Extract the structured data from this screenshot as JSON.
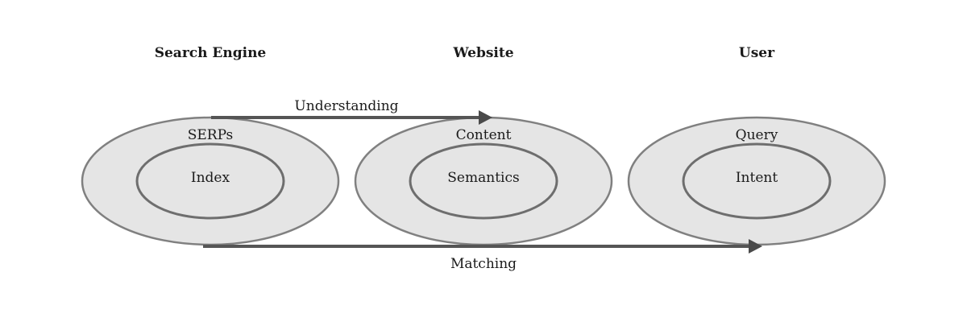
{
  "diagram": {
    "columns": [
      {
        "heading": "Search Engine",
        "outer_label": "SERPs",
        "inner_label": "Index"
      },
      {
        "heading": "Website",
        "outer_label": "Content",
        "inner_label": "Semantics"
      },
      {
        "heading": "User",
        "outer_label": "Query",
        "inner_label": "Intent"
      }
    ],
    "arrows": [
      {
        "label": "Understanding",
        "from": "Search Engine",
        "to": "Website"
      },
      {
        "label": "Matching",
        "from": "Search Engine",
        "to": "User"
      }
    ],
    "colors": {
      "ellipse_fill": "#e5e5e5",
      "ellipse_stroke": "#808080",
      "arrow": "#555555",
      "text": "#1a1a1a"
    }
  }
}
